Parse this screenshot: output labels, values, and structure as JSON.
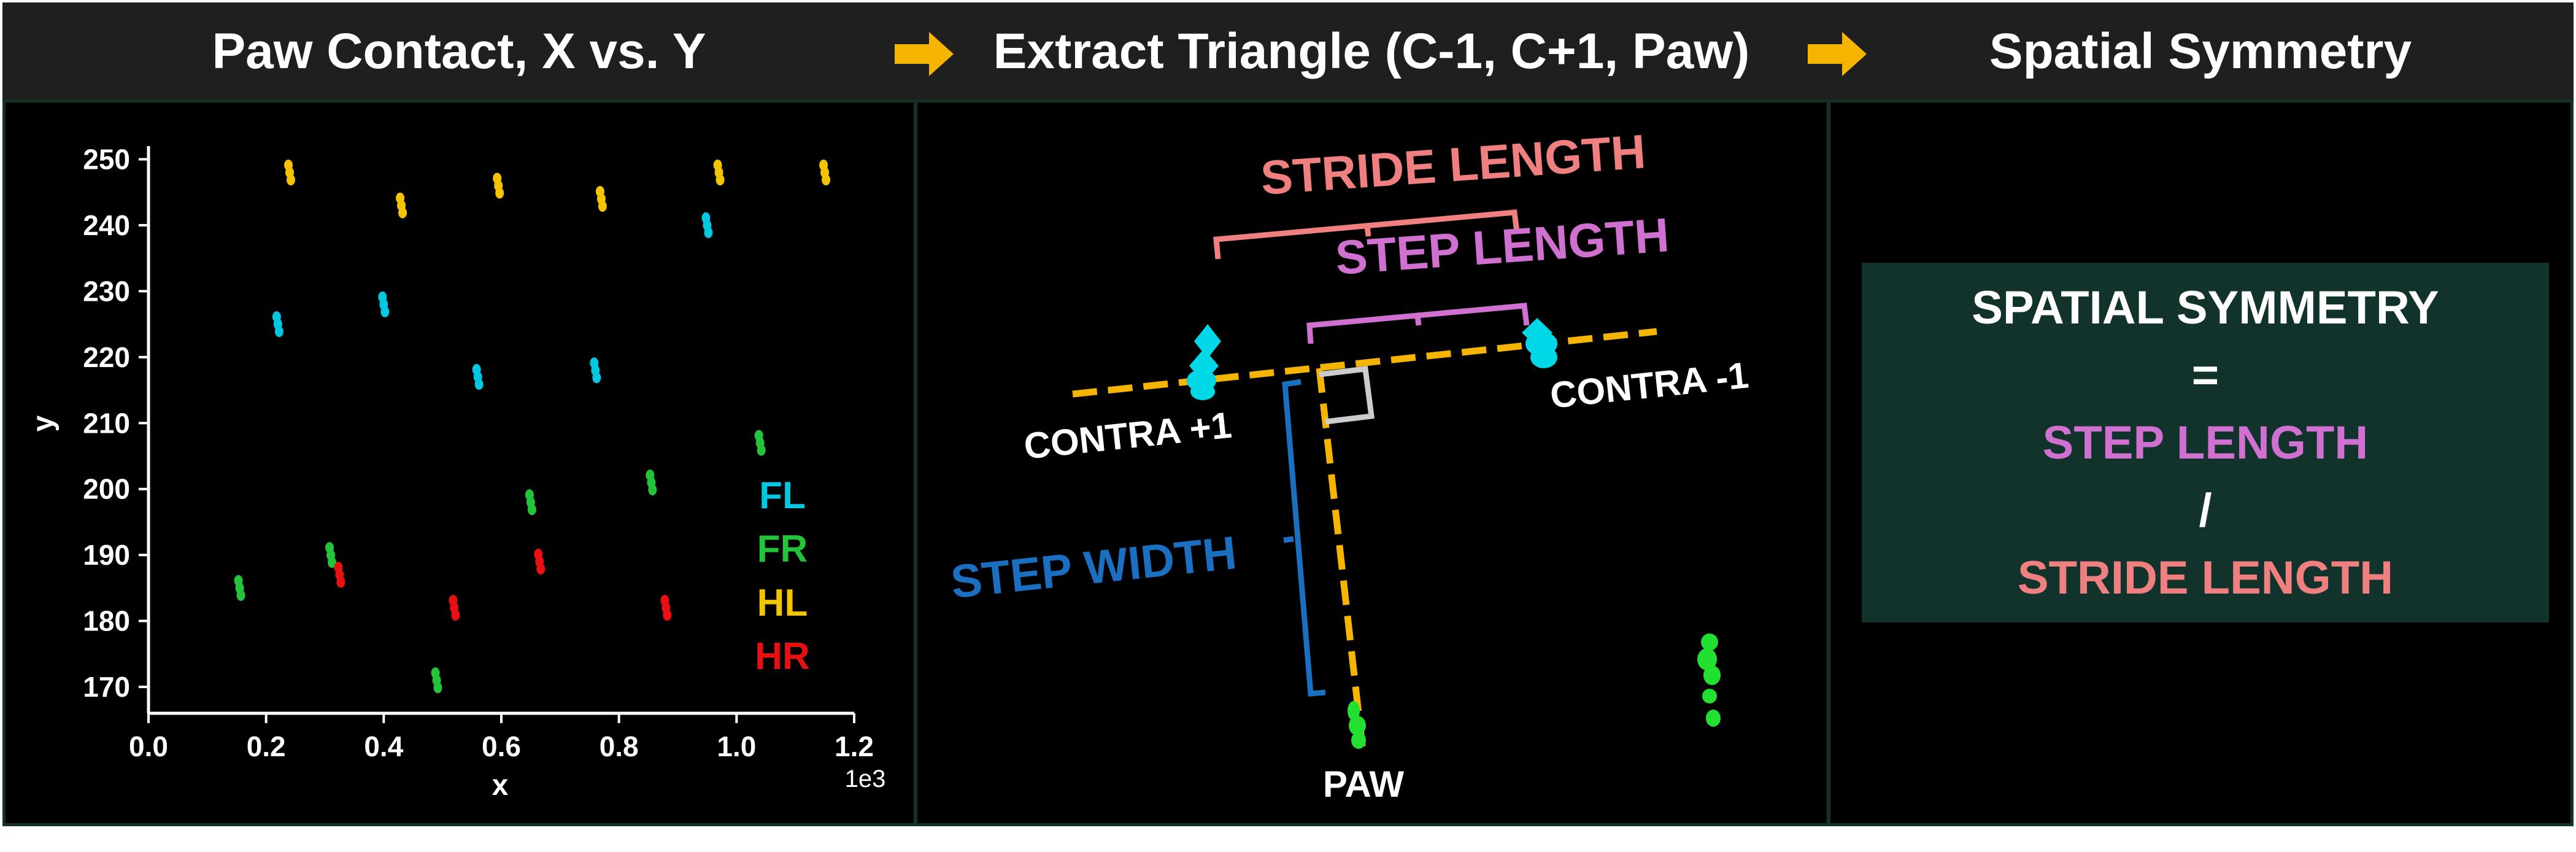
{
  "headers": {
    "panel1_title": "Paw Contact, X vs. Y",
    "panel2_title": "Extract Triangle (C-1, C+1, Paw)",
    "panel3_title": "Spatial Symmetry"
  },
  "colors": {
    "header_bg": "#1f1f1f",
    "arrow": "#f5b400",
    "FL": "#00c8e0",
    "FR": "#22c53a",
    "HL": "#f5c400",
    "HR": "#e81010",
    "stride": "#f08080",
    "step": "#d070d0",
    "width": "#1a6fc0",
    "box_bg": "#12332c"
  },
  "chart_data": {
    "type": "scatter",
    "xlabel": "x",
    "ylabel": "y",
    "x_scale_note": "1e3",
    "xlim": [
      0.0,
      1.2
    ],
    "ylim": [
      166,
      252
    ],
    "x_ticks": [
      "0.0",
      "0.2",
      "0.4",
      "0.6",
      "0.8",
      "1.0",
      "1.2"
    ],
    "y_ticks": [
      "170",
      "180",
      "190",
      "200",
      "210",
      "220",
      "230",
      "240",
      "250"
    ],
    "series": [
      {
        "name": "FL",
        "color": "#00c8e0",
        "points": [
          [
            0.22,
            225
          ],
          [
            0.4,
            228
          ],
          [
            0.56,
            217
          ],
          [
            0.76,
            218
          ],
          [
            0.95,
            240
          ]
        ]
      },
      {
        "name": "FR",
        "color": "#22c53a",
        "points": [
          [
            0.155,
            185
          ],
          [
            0.31,
            190
          ],
          [
            0.49,
            171
          ],
          [
            0.65,
            198
          ],
          [
            0.855,
            201
          ],
          [
            1.04,
            207
          ]
        ]
      },
      {
        "name": "HL",
        "color": "#f5c400",
        "points": [
          [
            0.24,
            248
          ],
          [
            0.43,
            243
          ],
          [
            0.595,
            246
          ],
          [
            0.77,
            244
          ],
          [
            0.97,
            248
          ],
          [
            1.15,
            248
          ]
        ]
      },
      {
        "name": "HR",
        "color": "#e81010",
        "points": [
          [
            0.325,
            187
          ],
          [
            0.52,
            182
          ],
          [
            0.665,
            189
          ],
          [
            0.88,
            182
          ]
        ]
      }
    ],
    "legend": [
      "FL",
      "FR",
      "HL",
      "HR"
    ],
    "legend_position": "right"
  },
  "diagram": {
    "stride_label": "STRIDE LENGTH",
    "step_label": "STEP LENGTH",
    "width_label": "STEP WIDTH",
    "contra_plus": "CONTRA +1",
    "contra_minus": "CONTRA -1",
    "paw_label": "PAW"
  },
  "formula": {
    "line1": "SPATIAL SYMMETRY",
    "line2": "=",
    "line3": "STEP LENGTH",
    "line4": "/",
    "line5": "STRIDE LENGTH"
  }
}
